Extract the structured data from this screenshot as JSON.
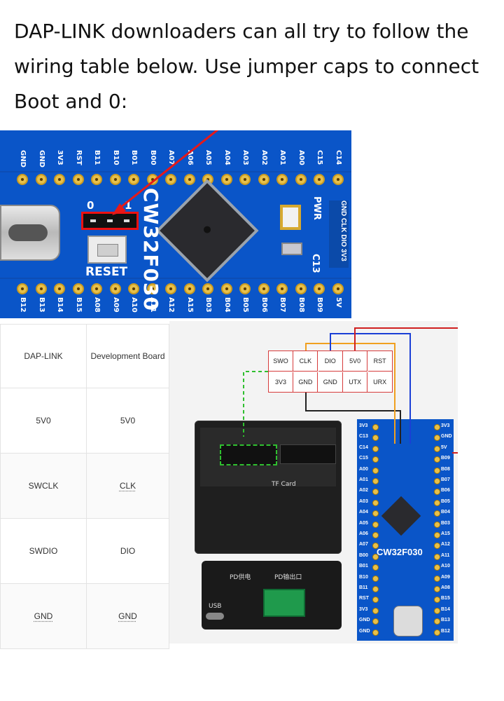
{
  "intro": "DAP-LINK downloaders can all try to follow the wiring table below. Use jumper caps to connect Boot and 0:",
  "board_top": {
    "top_pins": [
      "GND",
      "GND",
      "3V3",
      "RST",
      "B11",
      "B10",
      "B01",
      "B00",
      "A07",
      "A06",
      "A05",
      "A04",
      "A03",
      "A02",
      "A01",
      "A00",
      "C15",
      "C14"
    ],
    "bottom_pins": [
      "B12",
      "B13",
      "B14",
      "B15",
      "A08",
      "A09",
      "A10",
      "A11",
      "A12",
      "A15",
      "B03",
      "B04",
      "B05",
      "B06",
      "B07",
      "B08",
      "B09",
      "5V"
    ],
    "name": "CW32F030",
    "jumper_0": "0",
    "jumper_1": "1",
    "reset": "RESET",
    "pwr": "PWR",
    "c13": "C13",
    "side_header": "GND CLK DIO 3V3"
  },
  "table": {
    "headers": [
      "DAP-LINK",
      "Development Board"
    ],
    "rows": [
      [
        "5V0",
        "5V0"
      ],
      [
        "SWCLK",
        "CLK"
      ],
      [
        "SWDIO",
        "DIO"
      ],
      [
        "GND",
        "GND"
      ]
    ]
  },
  "diagram": {
    "header_grid": [
      "SWO",
      "CLK",
      "DIO",
      "5V0",
      "RST",
      "3V3",
      "GND",
      "GND",
      "UTX",
      "URX"
    ],
    "board_left_pins": [
      "3V3",
      "C13",
      "C14",
      "C15",
      "A00",
      "A01",
      "A02",
      "A03",
      "A04",
      "A05",
      "A06",
      "A07",
      "B00",
      "B01",
      "B10",
      "B11",
      "RST",
      "3V3",
      "GND",
      "GND"
    ],
    "board_right_pins": [
      "3V3",
      "GND",
      "5V",
      "B09",
      "B08",
      "B07",
      "B06",
      "B05",
      "B04",
      "B03",
      "A15",
      "A12",
      "A11",
      "A10",
      "A09",
      "A08",
      "B15",
      "B14",
      "B13",
      "B12"
    ],
    "board_name": "CW32F030",
    "device_labels": {
      "pd_power": "PD供电",
      "pd_output": "PD输出口",
      "usb": "USB",
      "tf_card": "TF Card"
    },
    "wire_colors": {
      "gnd": "#222222",
      "clk": "#f0a020",
      "dio": "#1a3fd6",
      "v5": "#d02020",
      "v33": "#2fbf2f"
    }
  }
}
